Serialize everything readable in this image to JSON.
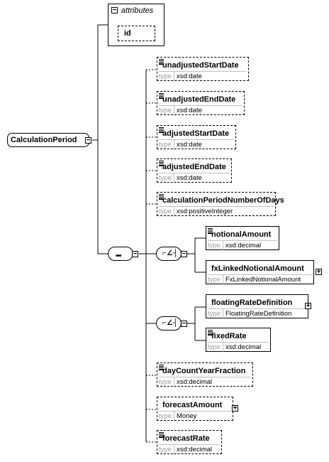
{
  "root": {
    "name": "CalculationPeriod"
  },
  "attributes": {
    "header": "attributes",
    "id_label": "id"
  },
  "sequence_icon": "sequence-icon",
  "choice_icon": "choice-icon",
  "type_key": "type",
  "elements": [
    {
      "name": "unadjustedStartDate",
      "type": "xsd:date"
    },
    {
      "name": "unadjustedEndDate",
      "type": "xsd:date"
    },
    {
      "name": "adjustedStartDate",
      "type": "xsd:date"
    },
    {
      "name": "adjustedEndDate",
      "type": "xsd:date"
    },
    {
      "name": "calculationPeriodNumberOfDays",
      "type": "xsd:positiveInteger"
    },
    {
      "name": "notionalAmount",
      "type": "xsd:decimal"
    },
    {
      "name": "fxLinkedNotionalAmount",
      "type": "FxLinkedNotionalAmount"
    },
    {
      "name": "floatingRateDefinition",
      "type": "FloatingRateDefinition"
    },
    {
      "name": "fixedRate",
      "type": "xsd:decimal"
    },
    {
      "name": "dayCountYearFraction",
      "type": "xsd:decimal"
    },
    {
      "name": "forecastAmount",
      "type": "Money"
    },
    {
      "name": "forecastRate",
      "type": "xsd:decimal"
    }
  ]
}
